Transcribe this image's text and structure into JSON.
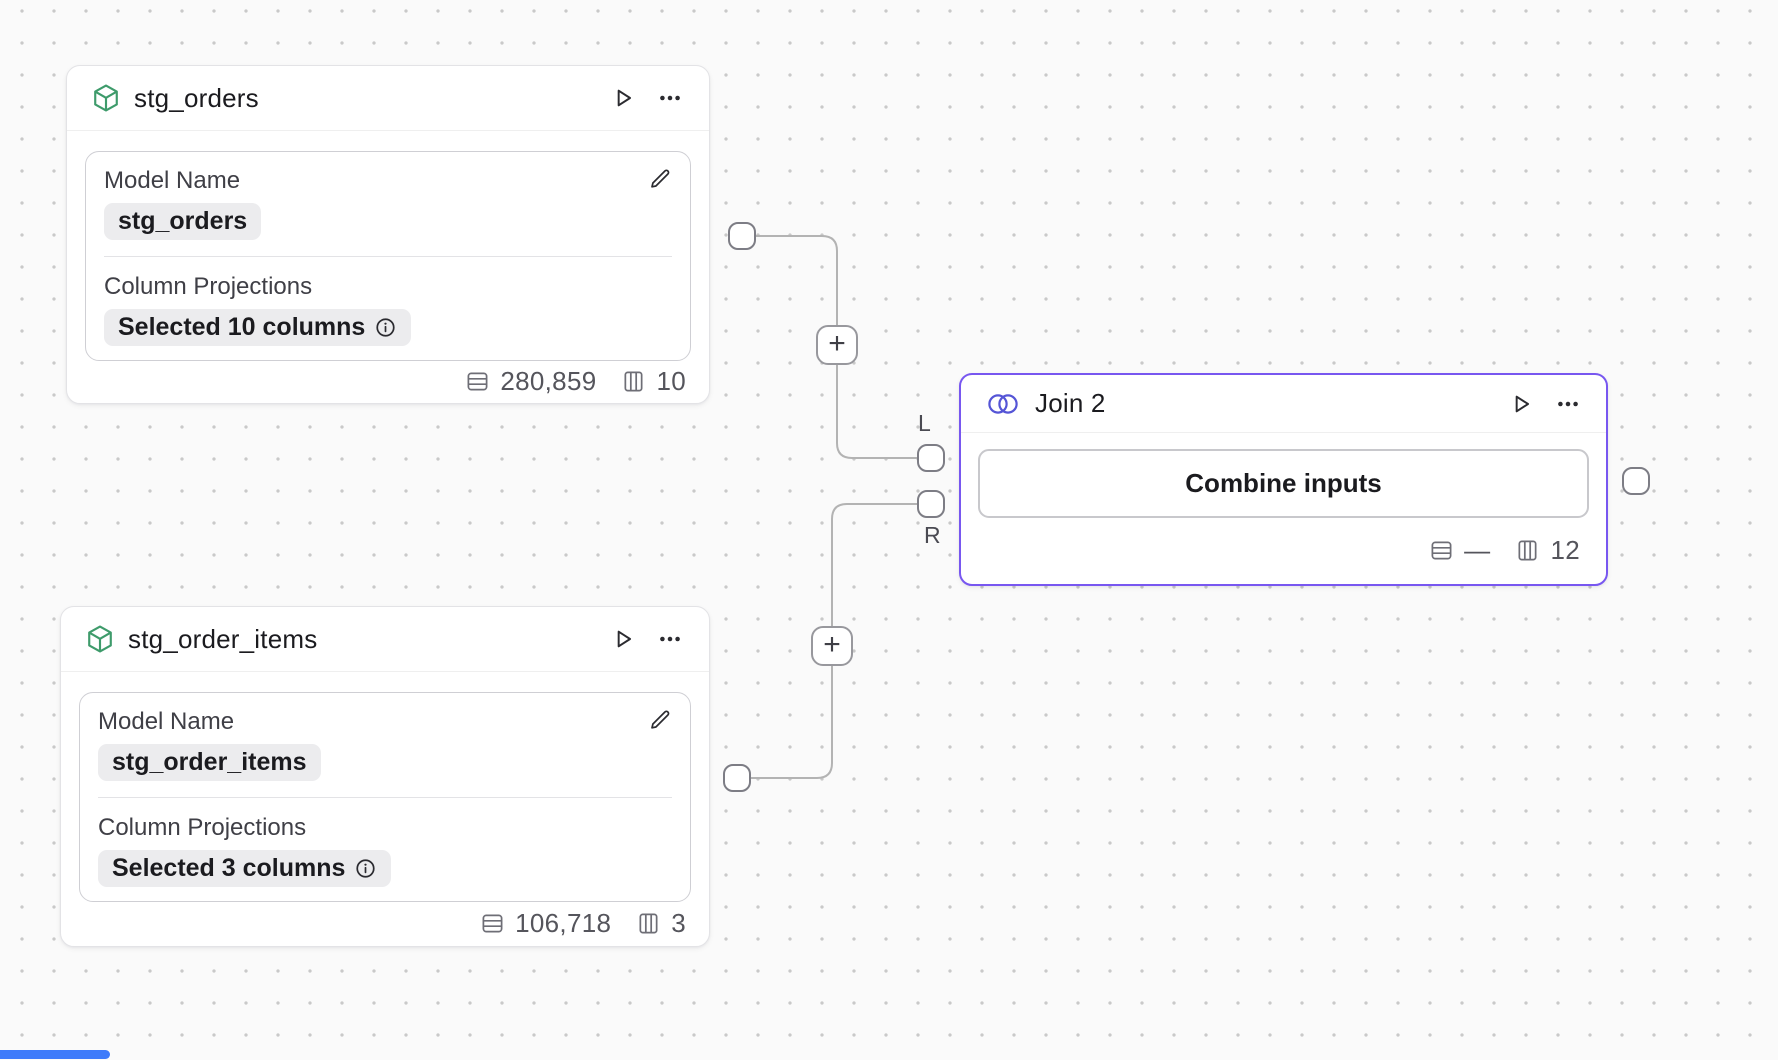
{
  "colors": {
    "canvas-bg": "#FAFAFA",
    "dot": "#C9C9C9",
    "chip-bg": "#ECECEE",
    "edge": "#B3B3B3",
    "model-green": "#3E9B6B",
    "join-purple": "#7857F0",
    "join-icon-purple": "#5555D6",
    "scrollbar-blue": "#3E7BFA"
  },
  "edges_ui": {
    "plus_label": "+",
    "left_input_label": "L",
    "right_input_label": "R"
  },
  "nodes": {
    "stg_orders": {
      "title": "stg_orders",
      "model_name_label": "Model Name",
      "model_name_value": "stg_orders",
      "projections_label": "Column Projections",
      "projections_value": "Selected 10 columns",
      "rows_count": "280,859",
      "columns_count": "10"
    },
    "stg_order_items": {
      "title": "stg_order_items",
      "model_name_label": "Model Name",
      "model_name_value": "stg_order_items",
      "projections_label": "Column Projections",
      "projections_value": "Selected 3 columns",
      "rows_count": "106,718",
      "columns_count": "3"
    },
    "join": {
      "title": "Join 2",
      "button_label": "Combine inputs",
      "rows_count": "—",
      "columns_count": "12"
    }
  }
}
